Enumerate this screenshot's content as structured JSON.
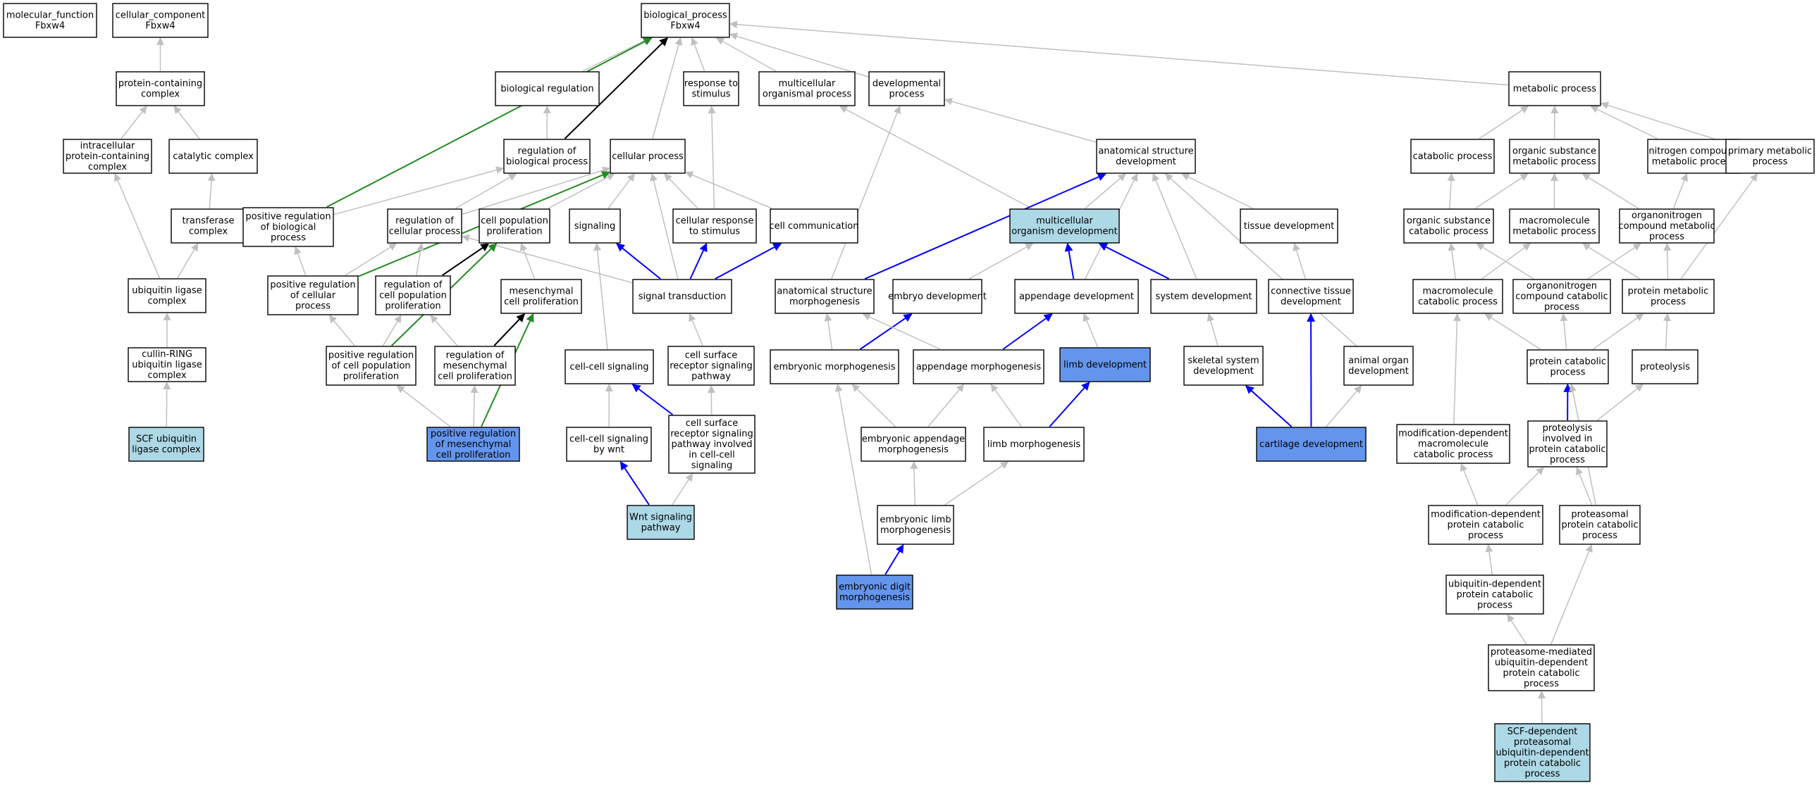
{
  "colors": {
    "node_fill": "#ffffff",
    "light_fill": "#add8e6",
    "strong_fill": "#6495ed",
    "gray_edge": "#c0c0c0",
    "black_edge": "#000000",
    "blue_edge": "#0000ff",
    "green_edge": "#228b22"
  },
  "nodes": [
    {
      "id": "mf",
      "lines": [
        "molecular_function",
        "Fbxw4"
      ],
      "style": "plain"
    },
    {
      "id": "cc",
      "lines": [
        "cellular_component",
        "Fbxw4"
      ],
      "style": "plain"
    },
    {
      "id": "bp",
      "lines": [
        "biological_process",
        "Fbxw4"
      ],
      "style": "plain"
    },
    {
      "id": "pcc",
      "lines": [
        "protein-containing",
        "complex"
      ],
      "style": "plain"
    },
    {
      "id": "ipcc",
      "lines": [
        "intracellular",
        "protein-containing",
        "complex"
      ],
      "style": "plain"
    },
    {
      "id": "catc",
      "lines": [
        "catalytic complex"
      ],
      "style": "plain"
    },
    {
      "id": "trc",
      "lines": [
        "transferase",
        "complex"
      ],
      "style": "plain"
    },
    {
      "id": "ulc",
      "lines": [
        "ubiquitin ligase",
        "complex"
      ],
      "style": "plain"
    },
    {
      "id": "crl",
      "lines": [
        "cullin-RING",
        "ubiquitin ligase",
        "complex"
      ],
      "style": "plain"
    },
    {
      "id": "scf",
      "lines": [
        "SCF ubiquitin",
        "ligase complex"
      ],
      "style": "light"
    },
    {
      "id": "breg",
      "lines": [
        "biological regulation"
      ],
      "style": "plain"
    },
    {
      "id": "rts",
      "lines": [
        "response to",
        "stimulus"
      ],
      "style": "plain"
    },
    {
      "id": "mop",
      "lines": [
        "multicellular",
        "organismal process"
      ],
      "style": "plain"
    },
    {
      "id": "devp",
      "lines": [
        "developmental",
        "process"
      ],
      "style": "plain"
    },
    {
      "id": "metp",
      "lines": [
        "metabolic process"
      ],
      "style": "plain"
    },
    {
      "id": "rbp",
      "lines": [
        "regulation of",
        "biological process"
      ],
      "style": "plain"
    },
    {
      "id": "cp",
      "lines": [
        "cellular process"
      ],
      "style": "plain"
    },
    {
      "id": "asd",
      "lines": [
        "anatomical structure",
        "development"
      ],
      "style": "plain"
    },
    {
      "id": "catp",
      "lines": [
        "catabolic process"
      ],
      "style": "plain"
    },
    {
      "id": "osmp",
      "lines": [
        "organic substance",
        "metabolic process"
      ],
      "style": "plain"
    },
    {
      "id": "ncmp",
      "lines": [
        "nitrogen compound",
        "metabolic process"
      ],
      "style": "plain"
    },
    {
      "id": "pmp",
      "lines": [
        "primary metabolic",
        "process"
      ],
      "style": "plain"
    },
    {
      "id": "prbp",
      "lines": [
        "positive regulation",
        "of biological",
        "process"
      ],
      "style": "plain"
    },
    {
      "id": "rcp",
      "lines": [
        "regulation of",
        "cellular process"
      ],
      "style": "plain"
    },
    {
      "id": "cpp",
      "lines": [
        "cell population",
        "proliferation"
      ],
      "style": "plain"
    },
    {
      "id": "sig",
      "lines": [
        "signaling"
      ],
      "style": "plain"
    },
    {
      "id": "crs",
      "lines": [
        "cellular response",
        "to stimulus"
      ],
      "style": "plain"
    },
    {
      "id": "ccom",
      "lines": [
        "cell communication"
      ],
      "style": "plain"
    },
    {
      "id": "mod",
      "lines": [
        "multicellular",
        "organism development"
      ],
      "style": "light"
    },
    {
      "id": "tdev",
      "lines": [
        "tissue development"
      ],
      "style": "plain"
    },
    {
      "id": "oscp",
      "lines": [
        "organic substance",
        "catabolic process"
      ],
      "style": "plain"
    },
    {
      "id": "mmp",
      "lines": [
        "macromolecule",
        "metabolic process"
      ],
      "style": "plain"
    },
    {
      "id": "oncmp",
      "lines": [
        "organonitrogen",
        "compound metabolic",
        "process"
      ],
      "style": "plain"
    },
    {
      "id": "prcp",
      "lines": [
        "positive regulation",
        "of cellular",
        "process"
      ],
      "style": "plain"
    },
    {
      "id": "rcpp",
      "lines": [
        "regulation of",
        "cell population",
        "proliferation"
      ],
      "style": "plain"
    },
    {
      "id": "mcp",
      "lines": [
        "mesenchymal",
        "cell proliferation"
      ],
      "style": "plain"
    },
    {
      "id": "st",
      "lines": [
        "signal transduction"
      ],
      "style": "plain"
    },
    {
      "id": "asm",
      "lines": [
        "anatomical structure",
        "morphogenesis"
      ],
      "style": "plain"
    },
    {
      "id": "ed",
      "lines": [
        "embryo development"
      ],
      "style": "plain"
    },
    {
      "id": "ad",
      "lines": [
        "appendage development"
      ],
      "style": "plain"
    },
    {
      "id": "sd",
      "lines": [
        "system development"
      ],
      "style": "plain"
    },
    {
      "id": "ctd",
      "lines": [
        "connective tissue",
        "development"
      ],
      "style": "plain"
    },
    {
      "id": "mcpr",
      "lines": [
        "macromolecule",
        "catabolic process"
      ],
      "style": "plain"
    },
    {
      "id": "onccp",
      "lines": [
        "organonitrogen",
        "compound catabolic",
        "process"
      ],
      "style": "plain"
    },
    {
      "id": "protmp",
      "lines": [
        "protein metabolic",
        "process"
      ],
      "style": "plain"
    },
    {
      "id": "prcpp",
      "lines": [
        "positive regulation",
        "of cell population",
        "proliferation"
      ],
      "style": "plain"
    },
    {
      "id": "rmcp",
      "lines": [
        "regulation of",
        "mesenchymal",
        "cell proliferation"
      ],
      "style": "plain"
    },
    {
      "id": "ccs",
      "lines": [
        "cell-cell signaling"
      ],
      "style": "plain"
    },
    {
      "id": "csrsp",
      "lines": [
        "cell surface",
        "receptor signaling",
        "pathway"
      ],
      "style": "plain"
    },
    {
      "id": "em",
      "lines": [
        "embryonic morphogenesis"
      ],
      "style": "plain"
    },
    {
      "id": "am",
      "lines": [
        "appendage morphogenesis"
      ],
      "style": "plain"
    },
    {
      "id": "ld",
      "lines": [
        "limb development"
      ],
      "style": "strong"
    },
    {
      "id": "ssd",
      "lines": [
        "skeletal system",
        "development"
      ],
      "style": "plain"
    },
    {
      "id": "aod",
      "lines": [
        "animal organ",
        "development"
      ],
      "style": "plain"
    },
    {
      "id": "pcatp",
      "lines": [
        "protein catabolic",
        "process"
      ],
      "style": "plain"
    },
    {
      "id": "prot",
      "lines": [
        "proteolysis"
      ],
      "style": "plain"
    },
    {
      "id": "prmcp",
      "lines": [
        "positive regulation",
        "of mesenchymal",
        "cell proliferation"
      ],
      "style": "strong"
    },
    {
      "id": "ccsw",
      "lines": [
        "cell-cell signaling",
        "by wnt"
      ],
      "style": "plain"
    },
    {
      "id": "csrspi",
      "lines": [
        "cell surface",
        "receptor signaling",
        "pathway involved",
        "in cell-cell",
        "signaling"
      ],
      "style": "plain"
    },
    {
      "id": "eam",
      "lines": [
        "embryonic appendage",
        "morphogenesis"
      ],
      "style": "plain"
    },
    {
      "id": "lm",
      "lines": [
        "limb morphogenesis"
      ],
      "style": "plain"
    },
    {
      "id": "cd",
      "lines": [
        "cartilage development"
      ],
      "style": "strong"
    },
    {
      "id": "mdmcp",
      "lines": [
        "modification-dependent",
        "macromolecule",
        "catabolic process"
      ],
      "style": "plain"
    },
    {
      "id": "picp",
      "lines": [
        "proteolysis",
        "involved in",
        "protein catabolic",
        "process"
      ],
      "style": "plain"
    },
    {
      "id": "wnt",
      "lines": [
        "Wnt signaling",
        "pathway"
      ],
      "style": "light"
    },
    {
      "id": "mdpcp",
      "lines": [
        "modification-dependent",
        "protein catabolic",
        "process"
      ],
      "style": "plain"
    },
    {
      "id": "ppcp",
      "lines": [
        "proteasomal",
        "protein catabolic",
        "process"
      ],
      "style": "plain"
    },
    {
      "id": "elm",
      "lines": [
        "embryonic limb",
        "morphogenesis"
      ],
      "style": "plain"
    },
    {
      "id": "edm",
      "lines": [
        "embryonic digit",
        "morphogenesis"
      ],
      "style": "strong"
    },
    {
      "id": "udpcp",
      "lines": [
        "ubiquitin-dependent",
        "protein catabolic",
        "process"
      ],
      "style": "plain"
    },
    {
      "id": "pmudpcp",
      "lines": [
        "proteasome-mediated",
        "ubiquitin-dependent",
        "protein catabolic",
        "process"
      ],
      "style": "plain"
    },
    {
      "id": "scfpp",
      "lines": [
        "SCF-dependent",
        "proteasomal",
        "ubiquitin-dependent",
        "protein catabolic",
        "process"
      ],
      "style": "light"
    }
  ],
  "edges": [
    [
      "pcc",
      "cc",
      "gray"
    ],
    [
      "ipcc",
      "pcc",
      "gray"
    ],
    [
      "catc",
      "pcc",
      "gray"
    ],
    [
      "trc",
      "catc",
      "gray"
    ],
    [
      "ulc",
      "ipcc",
      "gray"
    ],
    [
      "ulc",
      "trc",
      "gray"
    ],
    [
      "crl",
      "ulc",
      "gray"
    ],
    [
      "scf",
      "crl",
      "gray"
    ],
    [
      "breg",
      "bp",
      "gray"
    ],
    [
      "rts",
      "bp",
      "gray"
    ],
    [
      "mop",
      "bp",
      "gray"
    ],
    [
      "devp",
      "bp",
      "gray"
    ],
    [
      "metp",
      "bp",
      "gray"
    ],
    [
      "rbp",
      "breg",
      "gray"
    ],
    [
      "rbp",
      "bp",
      "black"
    ],
    [
      "cp",
      "bp",
      "gray"
    ],
    [
      "prbp",
      "bp",
      "green"
    ],
    [
      "asd",
      "devp",
      "gray"
    ],
    [
      "mod",
      "mop",
      "gray"
    ],
    [
      "mod",
      "asd",
      "gray"
    ],
    [
      "catp",
      "metp",
      "gray"
    ],
    [
      "osmp",
      "metp",
      "gray"
    ],
    [
      "ncmp",
      "metp",
      "gray"
    ],
    [
      "pmp",
      "metp",
      "gray"
    ],
    [
      "prbp",
      "rbp",
      "gray"
    ],
    [
      "rcp",
      "rbp",
      "gray"
    ],
    [
      "rcp",
      "cp",
      "gray"
    ],
    [
      "cpp",
      "cp",
      "gray"
    ],
    [
      "sig",
      "cp",
      "gray"
    ],
    [
      "crs",
      "rts",
      "gray"
    ],
    [
      "crs",
      "cp",
      "gray"
    ],
    [
      "ccom",
      "cp",
      "gray"
    ],
    [
      "tdev",
      "asd",
      "gray"
    ],
    [
      "oscp",
      "catp",
      "gray"
    ],
    [
      "oscp",
      "osmp",
      "gray"
    ],
    [
      "mmp",
      "osmp",
      "gray"
    ],
    [
      "oncmp",
      "osmp",
      "gray"
    ],
    [
      "oncmp",
      "ncmp",
      "gray"
    ],
    [
      "prcp",
      "prbp",
      "gray"
    ],
    [
      "prcp",
      "rcp",
      "gray"
    ],
    [
      "prcp",
      "cp",
      "green"
    ],
    [
      "rcpp",
      "rcp",
      "gray"
    ],
    [
      "rcpp",
      "cpp",
      "black"
    ],
    [
      "mcp",
      "cpp",
      "gray"
    ],
    [
      "st",
      "sig",
      "blue"
    ],
    [
      "st",
      "crs",
      "blue"
    ],
    [
      "st",
      "ccom",
      "blue"
    ],
    [
      "st",
      "rcp",
      "gray"
    ],
    [
      "st",
      "cp",
      "gray"
    ],
    [
      "asm",
      "devp",
      "gray"
    ],
    [
      "asm",
      "asd",
      "blue"
    ],
    [
      "ed",
      "mod",
      "gray"
    ],
    [
      "ad",
      "mod",
      "blue"
    ],
    [
      "ad",
      "asd",
      "gray"
    ],
    [
      "sd",
      "mod",
      "blue"
    ],
    [
      "sd",
      "asd",
      "gray"
    ],
    [
      "ctd",
      "tdev",
      "gray"
    ],
    [
      "mcpr",
      "oscp",
      "gray"
    ],
    [
      "mcpr",
      "mmp",
      "gray"
    ],
    [
      "onccp",
      "oscp",
      "gray"
    ],
    [
      "onccp",
      "oncmp",
      "gray"
    ],
    [
      "protmp",
      "mmp",
      "gray"
    ],
    [
      "protmp",
      "oncmp",
      "gray"
    ],
    [
      "protmp",
      "pmp",
      "gray"
    ],
    [
      "prcpp",
      "prcp",
      "gray"
    ],
    [
      "prcpp",
      "rcpp",
      "gray"
    ],
    [
      "prcpp",
      "cpp",
      "green"
    ],
    [
      "rmcp",
      "rcpp",
      "gray"
    ],
    [
      "rmcp",
      "mcp",
      "black"
    ],
    [
      "ccs",
      "sig",
      "gray"
    ],
    [
      "csrsp",
      "st",
      "gray"
    ],
    [
      "em",
      "asm",
      "gray"
    ],
    [
      "em",
      "ed",
      "blue"
    ],
    [
      "am",
      "asm",
      "gray"
    ],
    [
      "am",
      "ad",
      "blue"
    ],
    [
      "ld",
      "ad",
      "gray"
    ],
    [
      "ssd",
      "sd",
      "gray"
    ],
    [
      "aod",
      "asd",
      "gray"
    ],
    [
      "pcatp",
      "mcpr",
      "gray"
    ],
    [
      "pcatp",
      "onccp",
      "gray"
    ],
    [
      "pcatp",
      "protmp",
      "gray"
    ],
    [
      "prot",
      "protmp",
      "gray"
    ],
    [
      "prmcp",
      "prcpp",
      "gray"
    ],
    [
      "prmcp",
      "rmcp",
      "gray"
    ],
    [
      "prmcp",
      "mcp",
      "green"
    ],
    [
      "ccsw",
      "ccs",
      "gray"
    ],
    [
      "csrspi",
      "ccs",
      "blue"
    ],
    [
      "csrspi",
      "csrsp",
      "gray"
    ],
    [
      "eam",
      "em",
      "gray"
    ],
    [
      "eam",
      "am",
      "gray"
    ],
    [
      "lm",
      "am",
      "gray"
    ],
    [
      "lm",
      "ld",
      "blue"
    ],
    [
      "cd",
      "ctd",
      "blue"
    ],
    [
      "cd",
      "ssd",
      "blue"
    ],
    [
      "cd",
      "aod",
      "gray"
    ],
    [
      "mdmcp",
      "mcpr",
      "gray"
    ],
    [
      "picp",
      "pcatp",
      "blue"
    ],
    [
      "picp",
      "prot",
      "gray"
    ],
    [
      "wnt",
      "ccsw",
      "blue"
    ],
    [
      "wnt",
      "csrspi",
      "gray"
    ],
    [
      "mdpcp",
      "mdmcp",
      "gray"
    ],
    [
      "mdpcp",
      "picp",
      "gray"
    ],
    [
      "ppcp",
      "picp",
      "gray"
    ],
    [
      "ppcp",
      "pcatp",
      "gray"
    ],
    [
      "elm",
      "eam",
      "gray"
    ],
    [
      "elm",
      "lm",
      "gray"
    ],
    [
      "edm",
      "elm",
      "blue"
    ],
    [
      "edm",
      "em",
      "gray"
    ],
    [
      "udpcp",
      "mdpcp",
      "gray"
    ],
    [
      "pmudpcp",
      "udpcp",
      "gray"
    ],
    [
      "pmudpcp",
      "ppcp",
      "gray"
    ],
    [
      "scfpp",
      "pmudpcp",
      "gray"
    ]
  ]
}
